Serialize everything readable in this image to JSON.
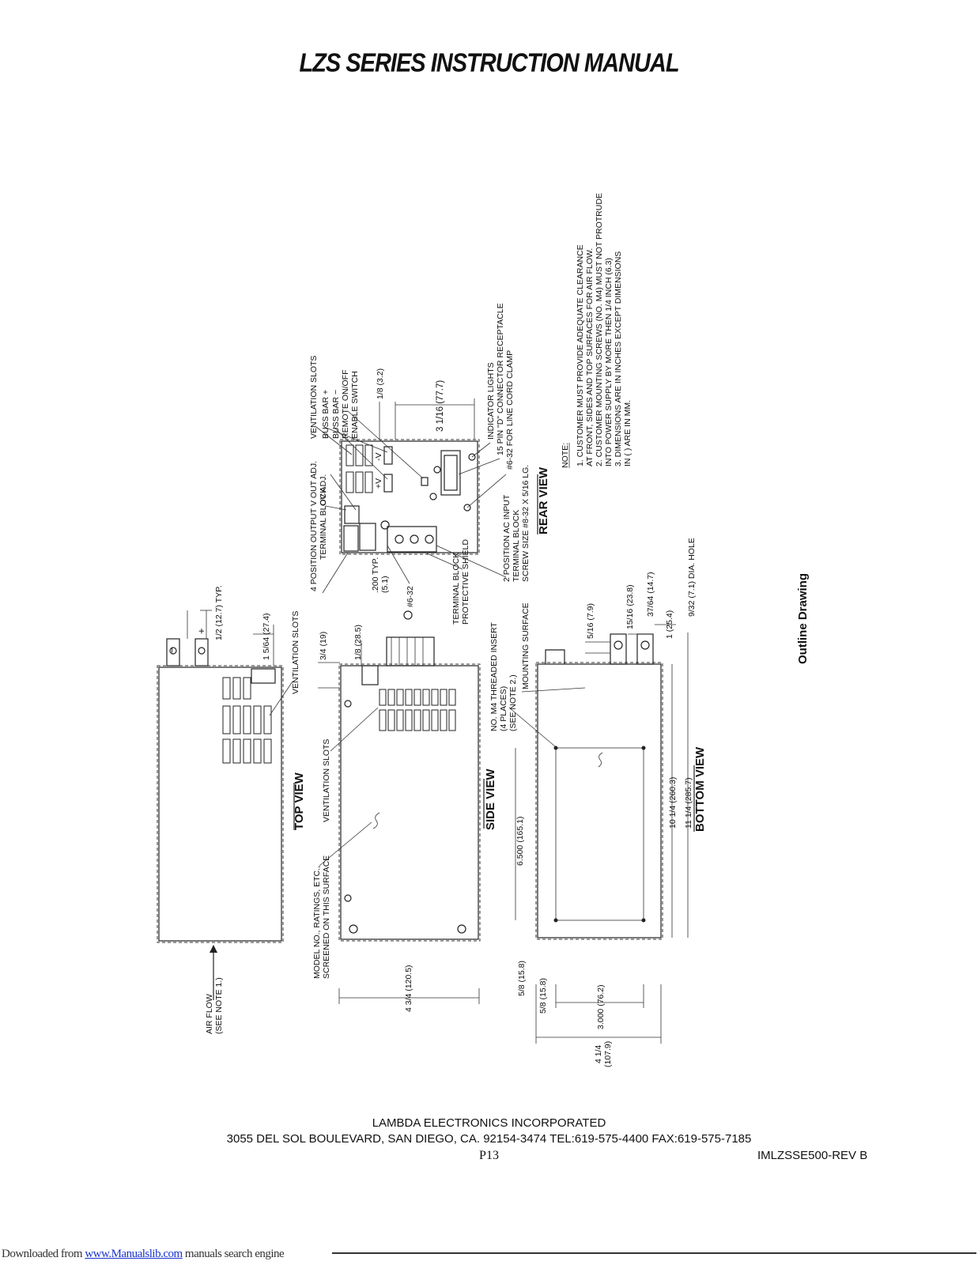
{
  "header": {
    "title": "LZS SERIES INSTRUCTION MANUAL"
  },
  "drawing": {
    "caption": "Outline Drawing",
    "views": {
      "top": "TOP VIEW",
      "side": "SIDE VIEW",
      "bottom": "BOTTOM VIEW",
      "rear": "REAR VIEW"
    },
    "notes": {
      "heading": "NOTE:",
      "lines": [
        "1. CUSTOMER MUST PROVIDE ADEQUATE CLEARANCE",
        "AT FRONT, SIDES AND TOP SURFACES FOR AIR FLOW.",
        "2. CUSTOMER MOUNTING SCREWS (NO. M4) MUST NOT PROTRUDE",
        "INTO POWER SUPPLY BY MORE THEN 1/4 INCH (6.3)",
        "3. DIMENSIONS ARE IN INCHES EXCEPT DIMENSIONS",
        "IN ( ) ARE IN MM."
      ]
    },
    "rear_callouts": {
      "ventilation_slots": "VENTILATION SLOTS",
      "buss_bar_plus": "BUSS BAR +",
      "buss_bar_minus": "BUSS BAR −",
      "remote_on_off": "REMOTE ON/OFF",
      "enable_switch": "ENABLE SWITCH",
      "dim_1_8": "1/8 (3.2)",
      "dim_3_1_16": "3 1/16 (77.7)",
      "v_out_adj": "V OUT ADJ.",
      "ov_adj": "OV ADJ.",
      "output_terminal_1": "4 POSITION OUTPUT",
      "output_terminal_2": "TERMINAL BLOCK",
      "indicator_lights": "INDICATOR LIGHTS",
      "d_connector": "15 PIN \"D\" CONNECTOR RECEPTACLE",
      "line_cord_clamp": "#6-32 FOR LINE CORD CLAMP",
      "ac_input_1": "2 POSITION AC INPUT",
      "ac_input_2": "TERMINAL BLOCK",
      "ac_input_3": "SCREW SIZE #8-32 X 5/16 LG.",
      "shield_1": "TERMINAL BLOCK",
      "shield_2": "PROTECTIVE SHIELD",
      "dim_200": ".200 TYP.",
      "dim_200_mm": "(5.1)",
      "ground_screw": "#6-32",
      "plus_v": "+V",
      "minus_v": "-V"
    },
    "top_callouts": {
      "minus": "−",
      "plus": "+",
      "dim_half": "1/2 (12.7) TYP.",
      "dim_1_5_64": "1 5/64 (27.4)",
      "ventilation_slots": "VENTILATION SLOTS",
      "air_flow_1": "AIR FLOW",
      "air_flow_2": "(SEE NOTE 1.)"
    },
    "side_callouts": {
      "dim_3_4": "3/4 (19)",
      "dim_1_8": "1/8 (28.5)",
      "ventilation_slots": "VENTILATION SLOTS",
      "model_1": "MODEL NO., RATINGS, ETC.,",
      "model_2": "SCREENED ON THIS SURFACE",
      "dim_4_3_4": "4 3/4 (120.5)"
    },
    "bottom_callouts": {
      "insert_1": "NO. M4 THREADED INSERT",
      "insert_2": "(4 PLACES)",
      "insert_3": "(SEE NOTE 2.)",
      "mounting_surface": "MOUNTING SURFACE",
      "dim_5_16": "5/16 (7.9)",
      "dim_15_16": "15/16 (23.8)",
      "dim_1": "1 (25.4)",
      "dim_37_64": "37/64 (14.7)",
      "dim_hole": "9/32 (7.1) DIA. HOLE",
      "dim_6_5": "6.500 (165.1)",
      "dim_10_1_4": "10 1/4 (260.3)",
      "dim_11_1_4": "11 1/4 (285.7)",
      "dim_5_8_a": "5/8 (15.8)",
      "dim_5_8_b": "5/8 (15.8)",
      "dim_3_000": "3.000 (76.2)",
      "dim_4_1_4": "4 1/4",
      "dim_4_1_4_mm": "(107.9)"
    }
  },
  "footer": {
    "company": "LAMBDA ELECTRONICS INCORPORATED",
    "address": "3055 DEL SOL BOULEVARD, SAN DIEGO, CA. 92154-3474 TEL:619-575-4400 FAX:619-575-7185",
    "page": "P13",
    "doc_id": "IMLZSSE500-REV B"
  },
  "download": {
    "prefix": "Downloaded from ",
    "link": "www.Manualslib.com",
    "suffix": " manuals search engine"
  }
}
